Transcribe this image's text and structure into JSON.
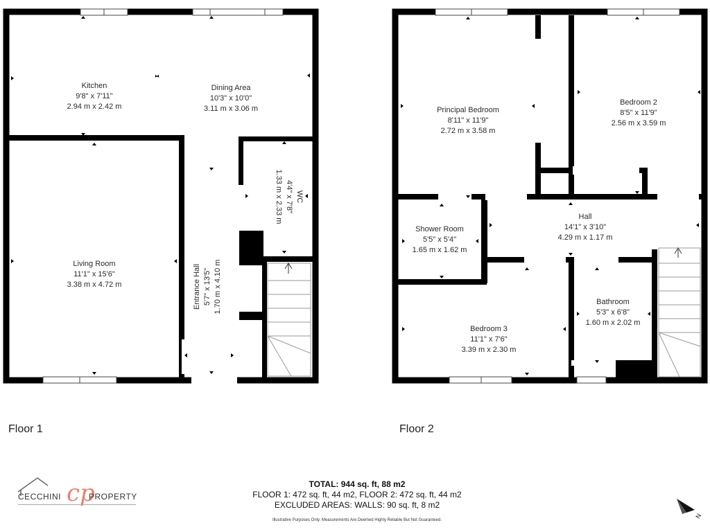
{
  "floors": [
    {
      "label": "Floor 1",
      "rooms": [
        {
          "name": "Kitchen",
          "imperial": "9'8\" x 7'11\"",
          "metric": "2.94 m x 2.42 m"
        },
        {
          "name": "Dining Area",
          "imperial": "10'3\" x 10'0\"",
          "metric": "3.11 m x 3.06 m"
        },
        {
          "name": "Living Room",
          "imperial": "11'1\" x 15'6\"",
          "metric": "3.38 m x 4.72 m"
        },
        {
          "name": "Entrance Hall",
          "imperial": "5'7\" x 13'5\"",
          "metric": "1.70 m x 4.10 m"
        },
        {
          "name": "WC",
          "imperial": "4'4\" x 7'8\"",
          "metric": "1.33 m x 2.33 m"
        }
      ]
    },
    {
      "label": "Floor 2",
      "rooms": [
        {
          "name": "Principal Bedroom",
          "imperial": "8'11\" x 11'9\"",
          "metric": "2.72 m x 3.58 m"
        },
        {
          "name": "Bedroom 2",
          "imperial": "8'5\" x 11'9\"",
          "metric": "2.56 m x 3.59 m"
        },
        {
          "name": "Shower Room",
          "imperial": "5'5\" x 5'4\"",
          "metric": "1.65 m x 1.62 m"
        },
        {
          "name": "Hall",
          "imperial": "14'1\" x 3'10\"",
          "metric": "4.29 m x 1.17 m"
        },
        {
          "name": "Bathroom",
          "imperial": "5'3\" x 6'8\"",
          "metric": "1.60 m x 2.02 m"
        },
        {
          "name": "Bedroom 3",
          "imperial": "11'1\" x 7'6\"",
          "metric": "3.39 m x 2.30 m"
        }
      ]
    }
  ],
  "totals": {
    "total": "TOTAL: 944 sq. ft, 88 m2",
    "floors": "FLOOR 1: 472 sq. ft, 44 m2, FLOOR 2: 472 sq. ft, 44 m2",
    "excluded": "EXCLUDED AREAS: WALLS: 90 sq. ft, 8 m2"
  },
  "disclaimer": "Illustrative Purposes Only. Measurements Are Deemed Highly Reliable But Not Guaranteed.",
  "brand": {
    "left": "CECCHINI",
    "right": "PROPERTY",
    "monogram": "cp",
    "accent": "#e8836b"
  },
  "compass": {
    "label": "N",
    "icon": "north-arrow-icon"
  }
}
